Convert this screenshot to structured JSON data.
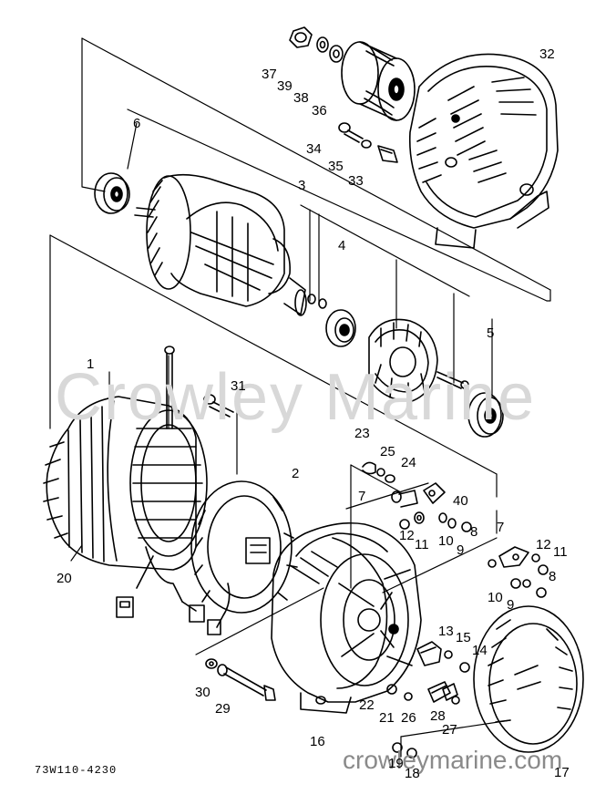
{
  "diagram": {
    "code": "73W110-4230",
    "watermark_center": "Crowley Marine",
    "watermark_footer": "crowleymarine.com",
    "callouts": [
      {
        "id": "37",
        "text": "37"
      },
      {
        "id": "39",
        "text": "39"
      },
      {
        "id": "38",
        "text": "38"
      },
      {
        "id": "36",
        "text": "36"
      },
      {
        "id": "32",
        "text": "32"
      },
      {
        "id": "6",
        "text": "6"
      },
      {
        "id": "34",
        "text": "34"
      },
      {
        "id": "35",
        "text": "35"
      },
      {
        "id": "33",
        "text": "33"
      },
      {
        "id": "3",
        "text": "3"
      },
      {
        "id": "4",
        "text": "4"
      },
      {
        "id": "5",
        "text": "5"
      },
      {
        "id": "1",
        "text": "1"
      },
      {
        "id": "31",
        "text": "31"
      },
      {
        "id": "2",
        "text": "2"
      },
      {
        "id": "20",
        "text": "20"
      },
      {
        "id": "23",
        "text": "23"
      },
      {
        "id": "25",
        "text": "25"
      },
      {
        "id": "24",
        "text": "24"
      },
      {
        "id": "7a",
        "text": "7"
      },
      {
        "id": "40",
        "text": "40"
      },
      {
        "id": "12a",
        "text": "12"
      },
      {
        "id": "11a",
        "text": "11"
      },
      {
        "id": "10a",
        "text": "10"
      },
      {
        "id": "9a",
        "text": "9"
      },
      {
        "id": "8a",
        "text": "8"
      },
      {
        "id": "7b",
        "text": "7"
      },
      {
        "id": "12b",
        "text": "12"
      },
      {
        "id": "11b",
        "text": "11"
      },
      {
        "id": "8b",
        "text": "8"
      },
      {
        "id": "10b",
        "text": "10"
      },
      {
        "id": "9b",
        "text": "9"
      },
      {
        "id": "13",
        "text": "13"
      },
      {
        "id": "15",
        "text": "15"
      },
      {
        "id": "14",
        "text": "14"
      },
      {
        "id": "30",
        "text": "30"
      },
      {
        "id": "29",
        "text": "29"
      },
      {
        "id": "22",
        "text": "22"
      },
      {
        "id": "21",
        "text": "21"
      },
      {
        "id": "26",
        "text": "26"
      },
      {
        "id": "28",
        "text": "28"
      },
      {
        "id": "27",
        "text": "27"
      },
      {
        "id": "16",
        "text": "16"
      },
      {
        "id": "19",
        "text": "19"
      },
      {
        "id": "18",
        "text": "18"
      },
      {
        "id": "17",
        "text": "17"
      }
    ]
  }
}
